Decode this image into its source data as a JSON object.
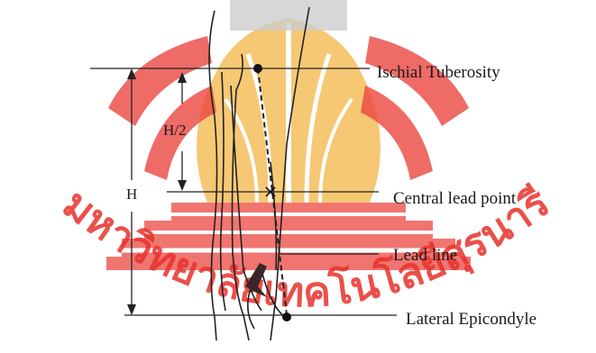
{
  "labels": {
    "ischial": "Ischial Tuberosity",
    "central": "Central lead point",
    "lead_line": "Lead line",
    "lateral": "Lateral Epicondyle"
  },
  "dimensions": {
    "full": "H",
    "half": "H/2"
  },
  "watermark": {
    "text": "มหาวิทยาลัยเทคโนโลยีสุรนารี",
    "color": "#e8322b"
  }
}
